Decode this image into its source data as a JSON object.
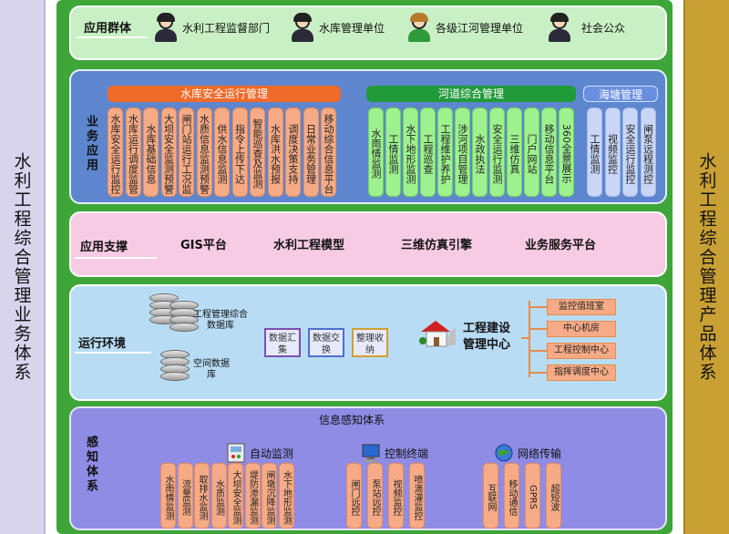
{
  "left_label": "水利工程综合管理业务体系",
  "right_label": "水利工程综合管理产品体系",
  "users": {
    "title": "应用群体",
    "groups": [
      {
        "label": "水利工程监督部门",
        "icon": "person-icon"
      },
      {
        "label": "水库管理单位",
        "icon": "person-icon"
      },
      {
        "label": "各级江河管理单位",
        "icon": "person-icon"
      },
      {
        "label": "社会公众",
        "icon": "people-icon"
      }
    ]
  },
  "business": {
    "title": "业务应用",
    "categories": {
      "reservoir": "水库安全运行管理",
      "river": "河道综合管理",
      "seawall": "海塘管理"
    },
    "reservoir_items": [
      "水库安全运行监控",
      "水库运行调度监管",
      "水库基础信息",
      "大坝安全监测预警",
      "闸门站运行工况监测",
      "水质信息监测预警",
      "供水信息监测",
      "指令上传下达",
      "智能巡查及监测",
      "水库洪水预报",
      "调度决策支持",
      "日常业务管理",
      "移动综合信息平台"
    ],
    "river_items": [
      "水雨情监测",
      "工情监测",
      "水下地形监测",
      "工程巡查",
      "工程维护养护",
      "涉河项目管理",
      "水政执法",
      "安全运行监测",
      "三维仿真",
      "门户网站",
      "移动信息平台",
      "360全景展示"
    ],
    "seawall_items": [
      "工情监测",
      "视频监控",
      "安全运行监控",
      "闸泵远程测控"
    ]
  },
  "support": {
    "title": "应用支撑",
    "items": [
      "GIS平台",
      "水利工程模型",
      "三维仿真引擎",
      "业务服务平台"
    ]
  },
  "environment": {
    "title": "运行环境",
    "db1": "工程管理综合数据库",
    "db2": "空间数据库",
    "buttons": [
      "数据汇集",
      "数据交换",
      "整理收纳"
    ],
    "center": "工程建设管理中心",
    "branches": [
      "监控值班室",
      "中心机房",
      "工程控制中心",
      "指挥调度中心"
    ]
  },
  "sensing": {
    "title": "信息感知体系",
    "label": "感知体系",
    "groups": {
      "auto": "自动监测",
      "control": "控制终端",
      "network": "网络传输"
    },
    "auto_items": [
      "水雨情监测",
      "流量监测",
      "取排水监测",
      "水质监测",
      "大坝安全监测",
      "堤防渗漏监测",
      "闸墩沉降监测",
      "水下地形监测"
    ],
    "control_items": [
      "闸门远控",
      "泵站远控",
      "视频监控",
      "喷滴灌监控"
    ],
    "network_items": [
      "互联网",
      "移动通信",
      "GPRS",
      "超短波"
    ]
  }
}
